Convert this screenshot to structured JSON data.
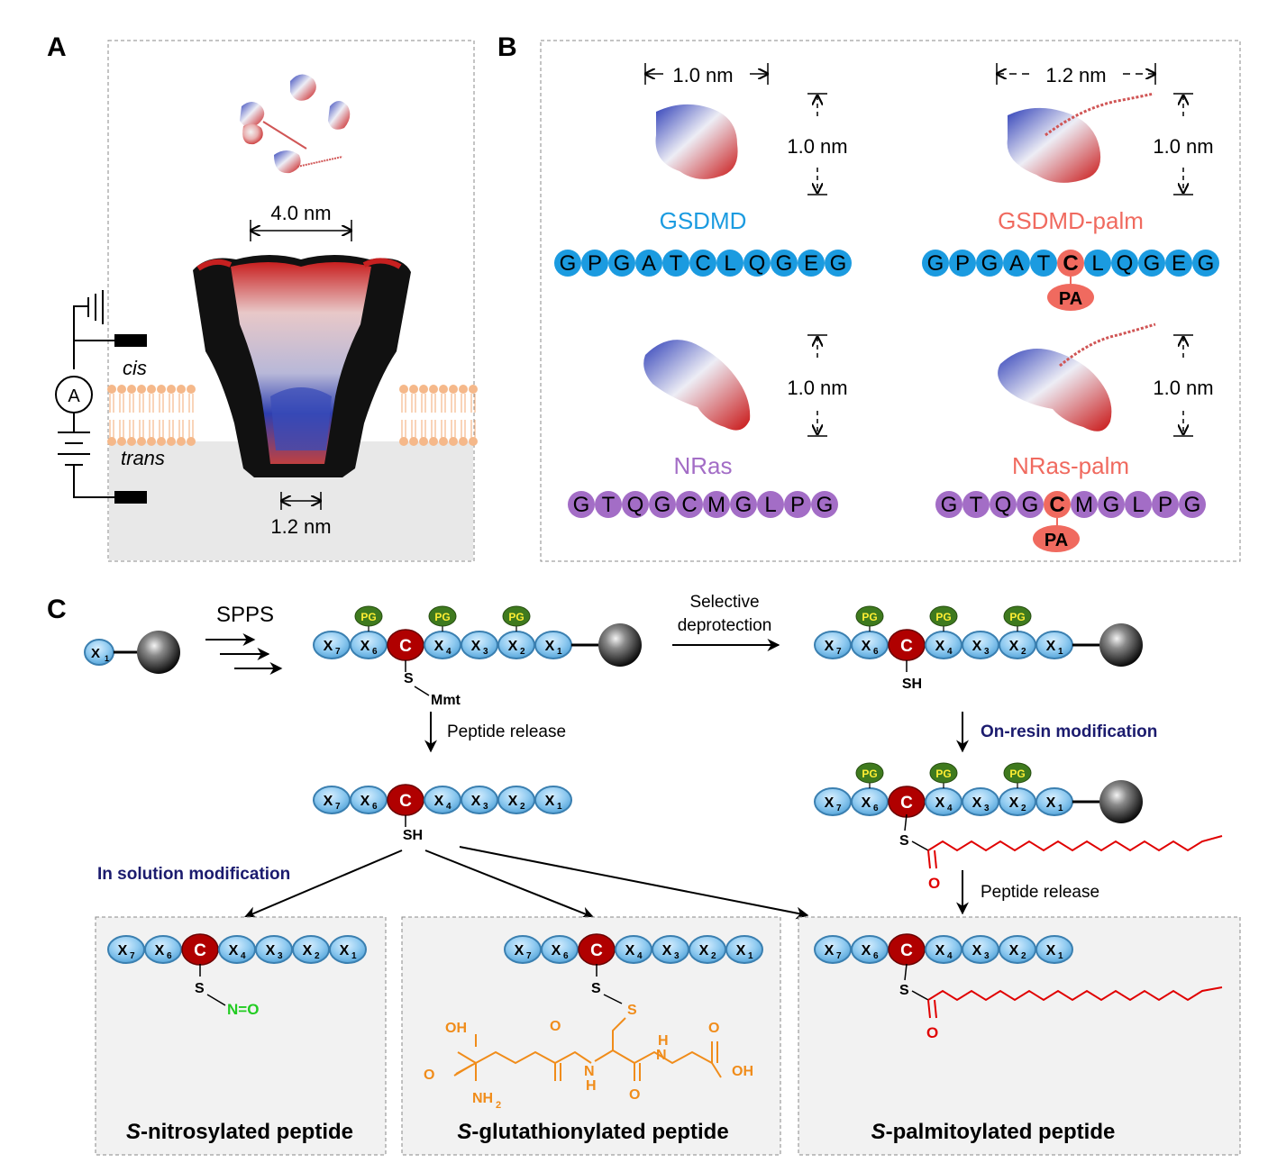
{
  "panels": {
    "a": "A",
    "b": "B",
    "c": "C"
  },
  "panel_a": {
    "top_width": "4.0 nm",
    "bottom_width": "1.2 nm",
    "cis": "cis",
    "trans": "trans",
    "ammeter": "A"
  },
  "panel_b": {
    "gsdmd": {
      "name": "GSDMD",
      "width": "1.0 nm",
      "height": "1.0 nm",
      "color": "#1b9be0",
      "sequence": [
        "G",
        "P",
        "G",
        "A",
        "T",
        "C",
        "L",
        "Q",
        "G",
        "E",
        "G"
      ]
    },
    "gsdmd_palm": {
      "name": "GSDMD-palm",
      "width": "1.2 nm",
      "height": "1.0 nm",
      "color": "#f06a5f",
      "sequence": [
        "G",
        "P",
        "G",
        "A",
        "T",
        "C",
        "L",
        "Q",
        "G",
        "E",
        "G"
      ],
      "tag": "PA"
    },
    "nras": {
      "name": "NRas",
      "height": "1.0 nm",
      "color": "#a36dc6",
      "sequence": [
        "G",
        "T",
        "Q",
        "G",
        "C",
        "M",
        "G",
        "L",
        "P",
        "G"
      ]
    },
    "nras_palm": {
      "name": "NRas-palm",
      "height": "1.0 nm",
      "color": "#f06a5f",
      "sequence": [
        "G",
        "T",
        "Q",
        "G",
        "C",
        "M",
        "G",
        "L",
        "P",
        "G"
      ],
      "tag": "PA"
    }
  },
  "panel_c": {
    "spps": "SPPS",
    "selective_1": "Selective",
    "selective_2": "deprotection",
    "peptide_release": "Peptide release",
    "on_resin": "On-resin modification",
    "in_solution": "In solution modification",
    "peptide_release_2": "Peptide release",
    "pg": "PG",
    "mmt": "Mmt",
    "sh": "SH",
    "s": "S",
    "no": "N=O",
    "o": "O",
    "oh": "OH",
    "nh": "H",
    "n": "N",
    "nh2": "NH",
    "nh2_sub": "2",
    "c_label": "C",
    "x_labels": [
      "X",
      "X",
      "C",
      "X",
      "X",
      "X",
      "X"
    ],
    "x_subs": [
      "7",
      "6",
      "",
      "4",
      "3",
      "2",
      "1"
    ],
    "x1": "X",
    "x1_sub": "1",
    "products": {
      "nitro": {
        "prefix": "S",
        "rest": "-nitrosylated peptide"
      },
      "gluta": {
        "prefix": "S",
        "rest": "-glutathionylated peptide"
      },
      "palm": {
        "prefix": "S",
        "rest": "-palmitoylated peptide"
      }
    },
    "colors": {
      "nitroso": "#22cc22",
      "glutathione": "#f08c1a",
      "palmitoyl": "#e00000",
      "heading": "#1b1b6e"
    }
  }
}
